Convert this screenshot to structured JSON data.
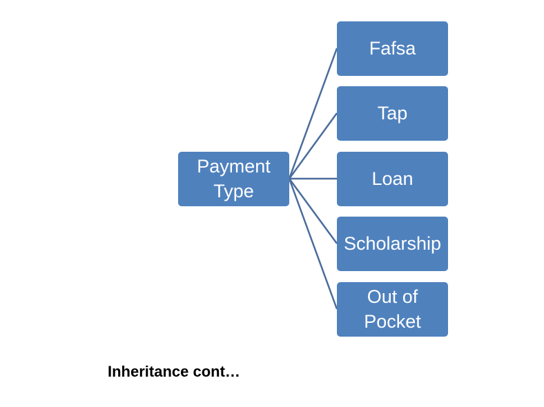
{
  "diagram": {
    "root": {
      "label": "Payment\nType"
    },
    "children": [
      {
        "label": "Fafsa"
      },
      {
        "label": "Tap"
      },
      {
        "label": "Loan"
      },
      {
        "label": "Scholarship"
      },
      {
        "label": "Out of\nPocket"
      }
    ],
    "colors": {
      "box_fill": "#4f81bd",
      "connector": "#4a6c9b",
      "box_text": "#ffffff"
    }
  },
  "caption": "Inheritance cont…"
}
